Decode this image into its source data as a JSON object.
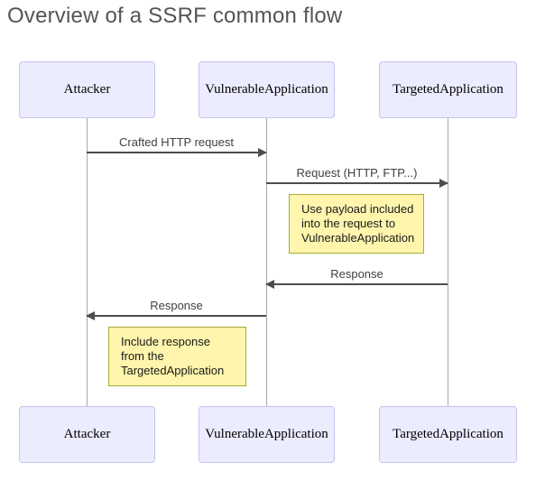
{
  "title": "Overview of a SSRF common flow",
  "colors": {
    "actor_fill": "#ECECFF",
    "actor_border": "#C7C2EE",
    "note_fill": "#FFF5AD",
    "note_border": "#AAAA33",
    "arrow": "#4D4D4D",
    "lifeline": "#A8A8A8",
    "title_text": "#545454"
  },
  "diagram": {
    "type": "sequence",
    "actors": [
      {
        "label": "Attacker"
      },
      {
        "label": "VulnerableApplication"
      },
      {
        "label": "TargetedApplication"
      }
    ],
    "messages": [
      {
        "label": "Crafted HTTP request",
        "from": "Attacker",
        "to": "VulnerableApplication",
        "direction": "right"
      },
      {
        "label": "Request (HTTP, FTP...)",
        "from": "VulnerableApplication",
        "to": "TargetedApplication",
        "direction": "right"
      },
      {
        "label": "Response",
        "from": "TargetedApplication",
        "to": "VulnerableApplication",
        "direction": "left"
      },
      {
        "label": "Response",
        "from": "VulnerableApplication",
        "to": "Attacker",
        "direction": "left"
      }
    ],
    "notes": [
      {
        "text": "Use payload included\ninto the request to\nVulnerableApplication",
        "near": "VulnerableApplication"
      },
      {
        "text": "Include response\nfrom the\nTargetedApplication",
        "near": "Attacker"
      }
    ]
  }
}
